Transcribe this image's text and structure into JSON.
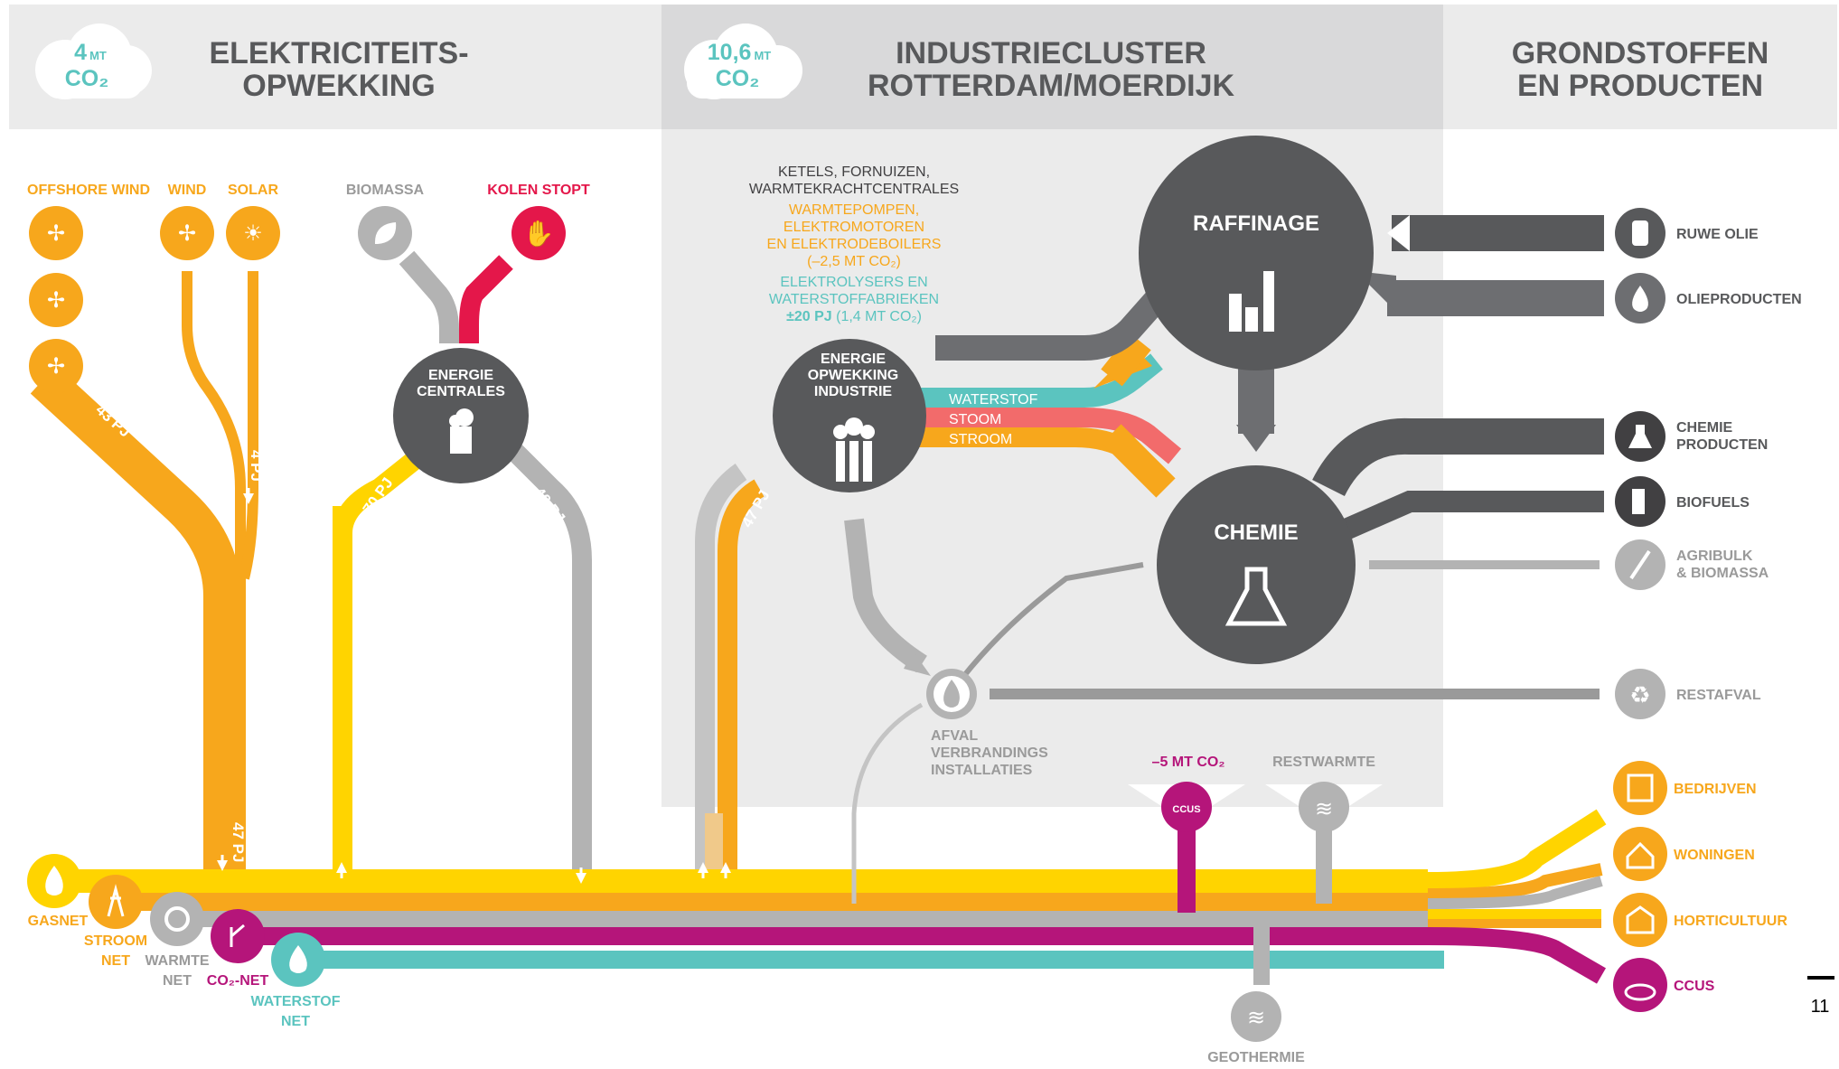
{
  "colors": {
    "orange": "#F7A71C",
    "yellow": "#FFD400",
    "magenta": "#B5157A",
    "teal": "#5BC4BF",
    "grey_light": "#B3B3B3",
    "grey_dark": "#58595B",
    "red": "#E4174A",
    "coral": "#F26B6B",
    "panel": "#EBEBEB"
  },
  "header": {
    "left_cloud": {
      "value": "4",
      "unit": "MT",
      "label": "CO₂"
    },
    "left_title": [
      "ELEKTRICITEITS-",
      "OPWEKKING"
    ],
    "mid_cloud": {
      "value": "10,6",
      "unit": "MT",
      "label": "CO₂"
    },
    "mid_title": [
      "INDUSTRIECLUSTER",
      "ROTTERDAM/MOERDIJK"
    ],
    "right_title": [
      "GRONDSTOFFEN",
      "EN PRODUCTEN"
    ]
  },
  "sources": {
    "offshore_wind": "OFFSHORE WIND",
    "wind": "WIND",
    "solar": "SOLAR",
    "biomassa": "BIOMASSA",
    "kolen": "KOLEN STOPT"
  },
  "flows": {
    "offshore": "43 PJ",
    "wind_solar": "4 PJ",
    "to_net": "47 PJ",
    "plants_up": "70 PJ",
    "plants_down": "40 PJ",
    "industry_up": "47 PJ"
  },
  "nodes": {
    "energie_centrales": [
      "ENERGIE",
      "CENTRALES"
    ],
    "energie_industrie": [
      "ENERGIE",
      "OPWEKKING",
      "INDUSTRIE"
    ],
    "raffinage": "RAFFINAGE",
    "chemie": "CHEMIE",
    "afval": [
      "AFVAL",
      "VERBRANDINGS",
      "INSTALLATIES"
    ],
    "ccus_top": "–5 MT CO₂",
    "ccus_badge": "CCUS",
    "restwarmte": "RESTWARMTE",
    "geothermie": "GEOTHERMIE"
  },
  "industry_notes": {
    "grey": [
      "KETELS, FORNUIZEN,",
      "WARMTEKRACHTCENTRALES"
    ],
    "orange": [
      "WARMTEPOMPEN,",
      "ELEKTROMOTOREN",
      "EN ELEKTRODEBOILERS",
      "(–2,5 MT CO₂)"
    ],
    "teal": [
      "ELEKTROLYSERS EN",
      "WATERSTOFFABRIEKEN"
    ],
    "teal_bold": "±20 PJ",
    "teal_rest": "(1,4 MT CO₂)"
  },
  "streams": {
    "waterstof": "WATERSTOF",
    "stoom": "STOOM",
    "stroom": "STROOM"
  },
  "products": {
    "ruwe_olie": "RUWE OLIE",
    "olieproducten": "OLIEPRODUCTEN",
    "chemie_producten": [
      "CHEMIE",
      "PRODUCTEN"
    ],
    "biofuels": "BIOFUELS",
    "agribulk": [
      "AGRIBULK",
      "& BIOMASSA"
    ],
    "restafval": "RESTAFVAL"
  },
  "outputs": {
    "bedrijven": "BEDRIJVEN",
    "woningen": "WONINGEN",
    "horticultuur": "HORTICULTUUR",
    "ccus": "CCUS"
  },
  "nets": {
    "gasnet": "GASNET",
    "stroom": [
      "STROOM",
      "NET"
    ],
    "warmte": [
      "WARMTE",
      "NET"
    ],
    "co2": "CO₂-NET",
    "waterstof": [
      "WATERSTOF",
      "NET"
    ]
  },
  "icons": {
    "wind": "wind-turbine-icon",
    "solar": "solar-panel-icon",
    "biomassa": "leaf-icon",
    "kolen": "stop-hand-icon",
    "plant": "power-plant-icon",
    "factory": "factory-icon",
    "refinery": "refinery-icon",
    "flask": "flask-icon",
    "fire": "flame-icon",
    "barrel": "barrel-icon",
    "drop": "oil-drop-icon",
    "chem": "chemical-icon",
    "fuel": "fuel-pump-icon",
    "wheat": "wheat-icon",
    "recycle": "recycle-icon",
    "building": "building-icon",
    "house": "house-icon",
    "greenhouse": "greenhouse-icon",
    "heat": "heat-icon",
    "gas": "gas-flame-icon",
    "pylon": "pylon-icon",
    "co2": "co2-network-icon",
    "h2": "hydrogen-icon"
  },
  "page_number": "11"
}
